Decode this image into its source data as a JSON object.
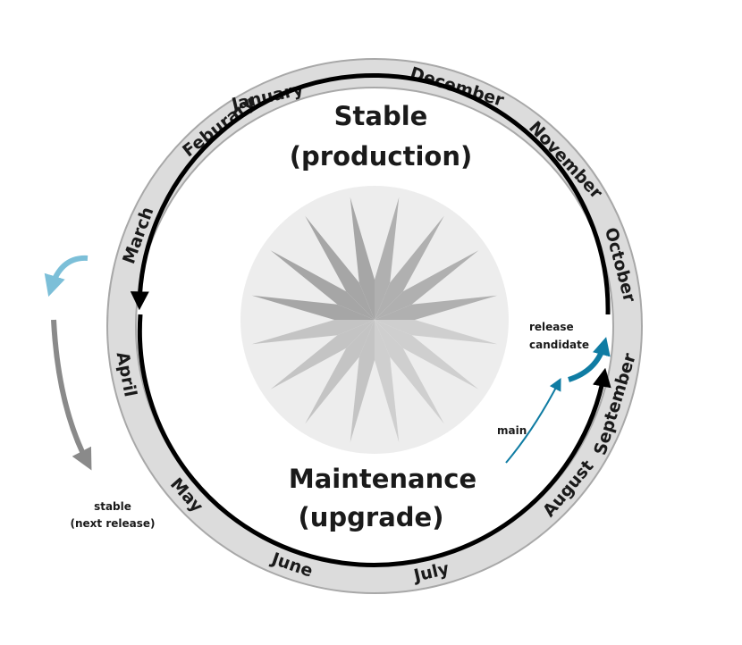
{
  "months": [
    "January",
    "December",
    "November",
    "October",
    "September",
    "August",
    "July",
    "June",
    "May",
    "April",
    "March",
    "Feburary"
  ],
  "phases": {
    "stable": {
      "line1": "Stable",
      "line2": "(production)"
    },
    "maintenance": {
      "line1": "Maintenance",
      "line2": "(upgrade)"
    }
  },
  "labels": {
    "release_candidate_1": "release",
    "release_candidate_2": "candidate",
    "main": "main",
    "stable_next_1": "stable",
    "stable_next_2": "(next release)"
  },
  "colors": {
    "ring": "#dcdcdc",
    "ring_stroke": "#a8a8a8",
    "cycle_arrow": "#000000",
    "release_arrow": "#0f7ca3",
    "fork_arrow_light": "#7cbfd8",
    "fork_arrow_gray": "#8a8a8a",
    "emblem_disc": "#ededed"
  }
}
